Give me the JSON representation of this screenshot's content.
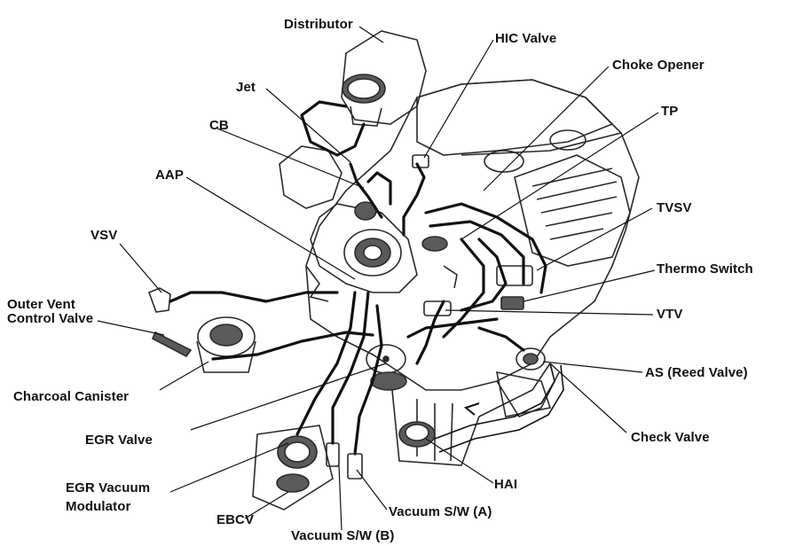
{
  "diagram": {
    "colors": {
      "ink": "#111111",
      "paper": "#ffffff",
      "part_outline": "#2a2a2a",
      "part_shade": "#5a5a5a"
    },
    "labels": {
      "distributor": "Distributor",
      "hic_valve": "HIC Valve",
      "choke_opener": "Choke Opener",
      "jet": "Jet",
      "tp": "TP",
      "cb": "CB",
      "aap": "AAP",
      "tvsv": "TVSV",
      "vsv": "VSV",
      "thermo_switch": "Thermo Switch",
      "outer_vent_line1": "Outer Vent",
      "outer_vent_line2": "Control Valve",
      "vtv": "VTV",
      "as_reed_valve": "AS (Reed Valve)",
      "charcoal_canister": "Charcoal Canister",
      "check_valve": "Check Valve",
      "egr_valve": "EGR Valve",
      "egr_vacuum_line1": "EGR Vacuum",
      "egr_vacuum_line2": "Modulator",
      "hai": "HAI",
      "vacuum_sw_a": "Vacuum S/W (A)",
      "ebcv": "EBCV",
      "vacuum_sw_b": "Vacuum S/W (B)"
    }
  }
}
